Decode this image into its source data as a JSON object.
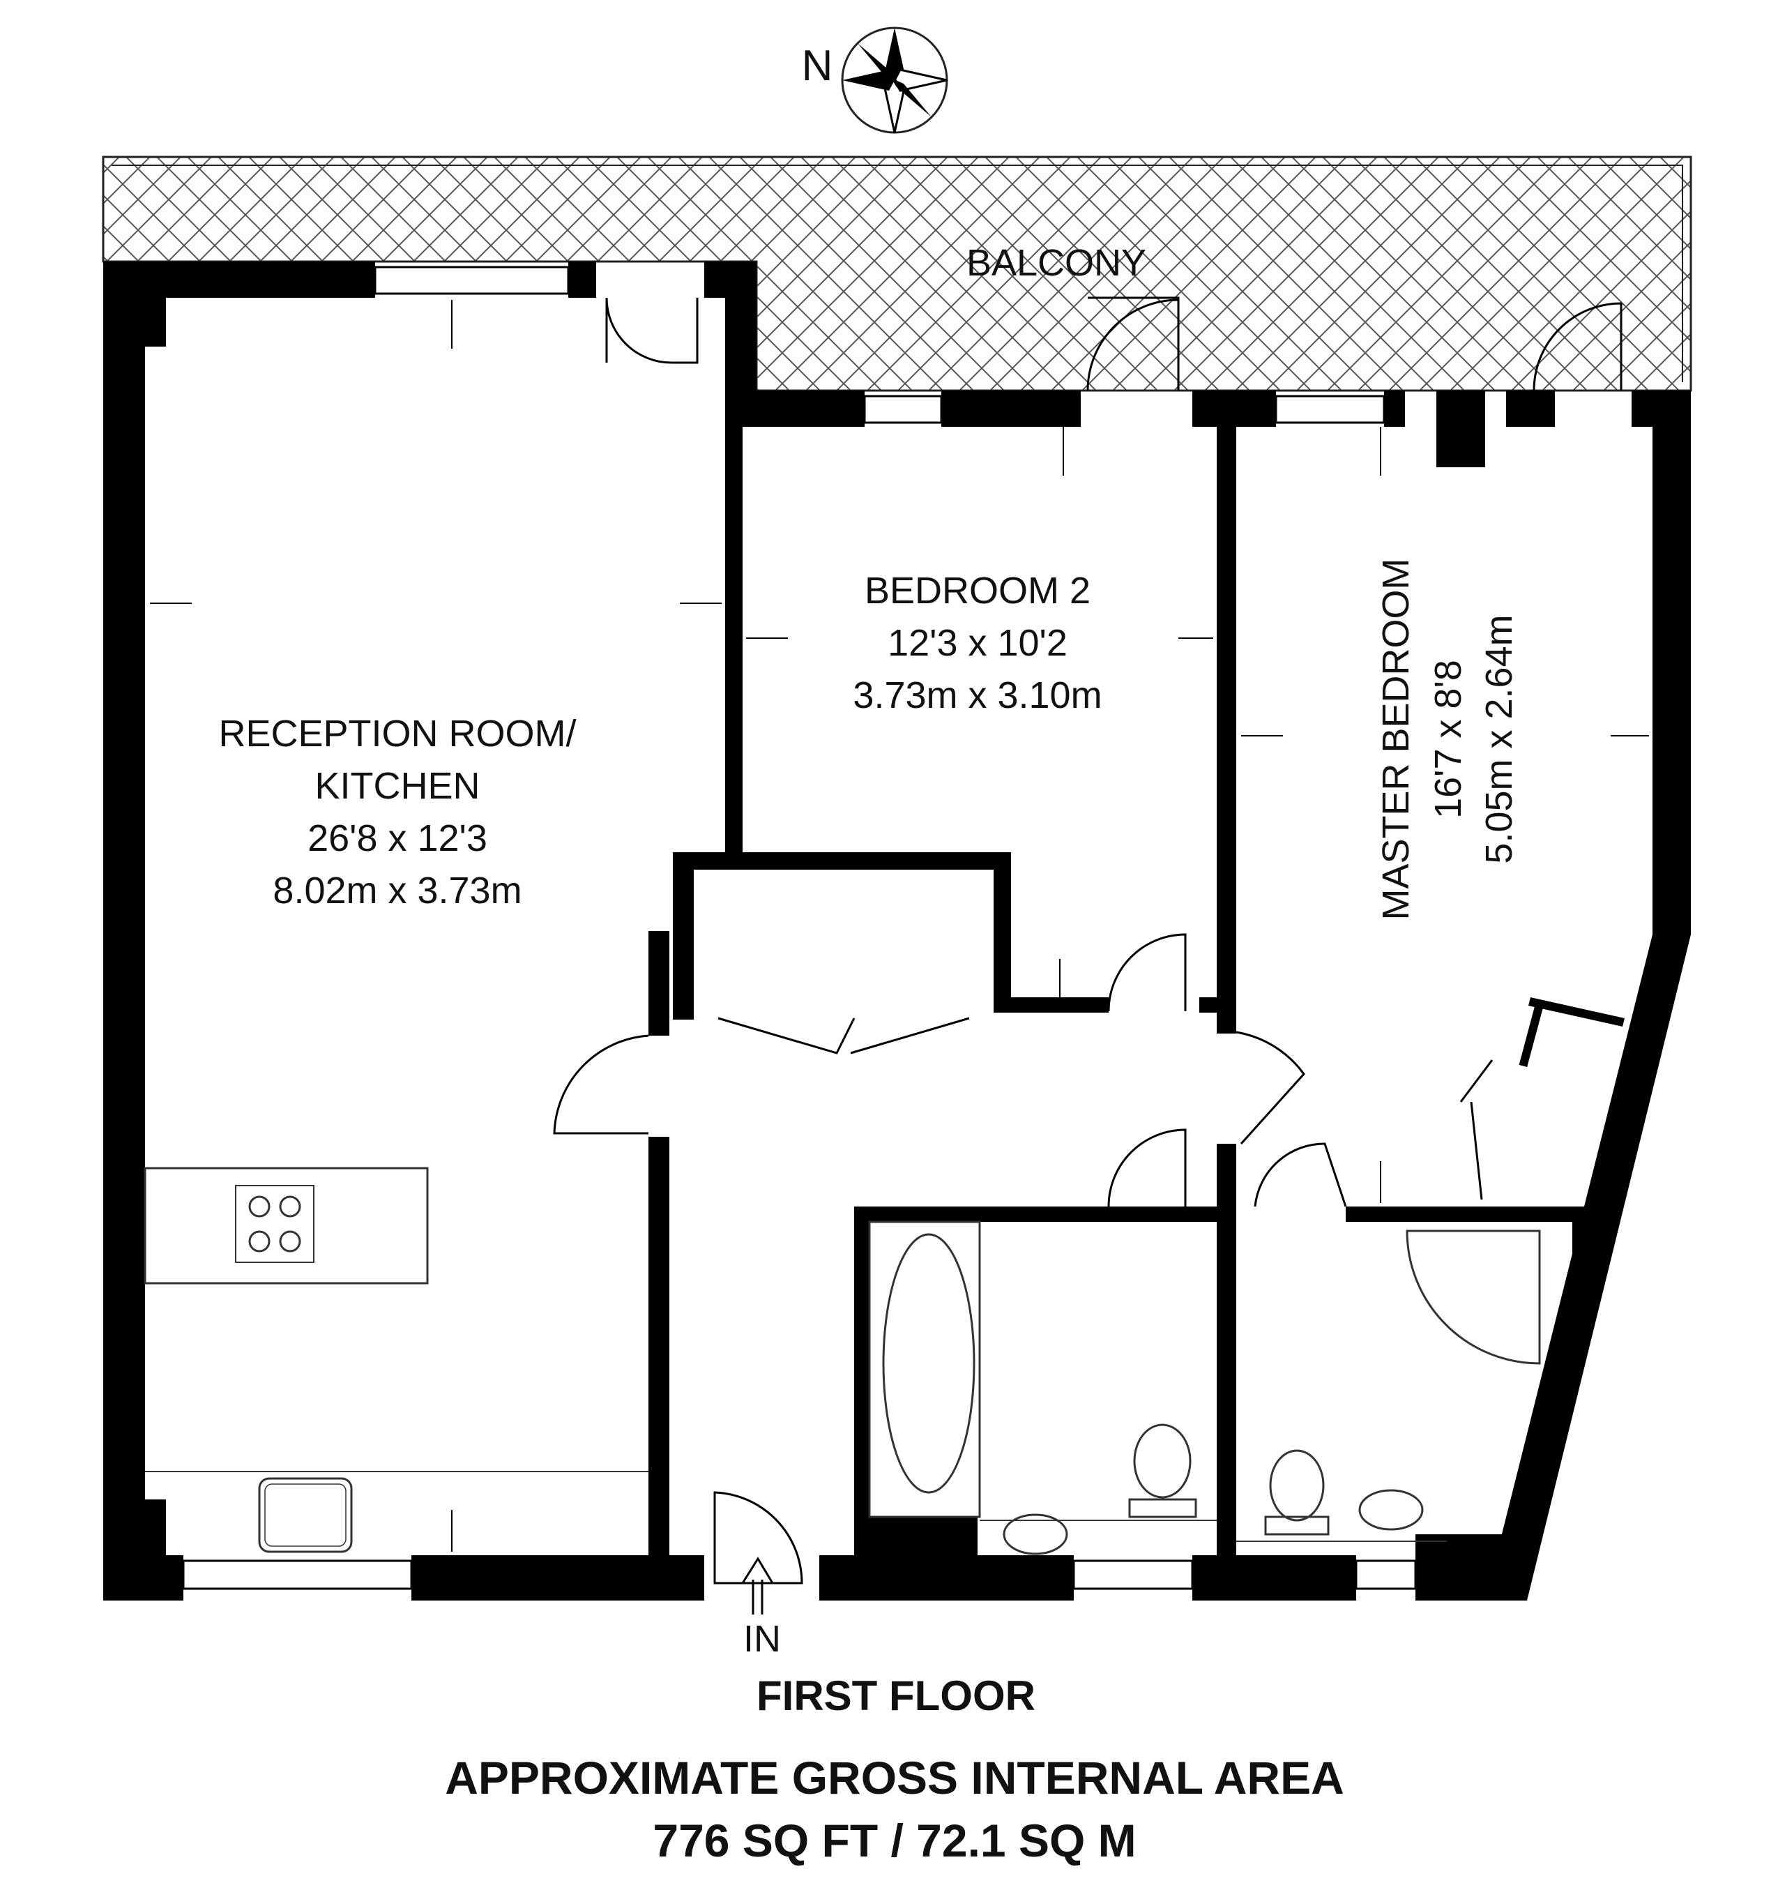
{
  "compass": {
    "letter": "N",
    "icon": "compass-rose-icon"
  },
  "balcony": {
    "label": "BALCONY"
  },
  "rooms": {
    "reception": {
      "line1": "RECEPTION ROOM/",
      "line2": "KITCHEN",
      "imperial": "26'8 x 12'3",
      "metric": "8.02m x 3.73m"
    },
    "bedroom2": {
      "line1": "BEDROOM 2",
      "imperial": "12'3 x 10'2",
      "metric": "3.73m x 3.10m"
    },
    "master": {
      "line1": "MASTER BEDROOM",
      "imperial": "16'7 x 8'8",
      "metric": "5.05m x 2.64m"
    }
  },
  "entrance": {
    "label": "IN"
  },
  "floor": {
    "label": "FIRST FLOOR"
  },
  "area": {
    "line1": "APPROXIMATE GROSS INTERNAL AREA",
    "line2": "776 SQ FT / 72.1 SQ M"
  },
  "colors": {
    "wall": "#000000",
    "background": "#ffffff",
    "text": "#111111"
  }
}
